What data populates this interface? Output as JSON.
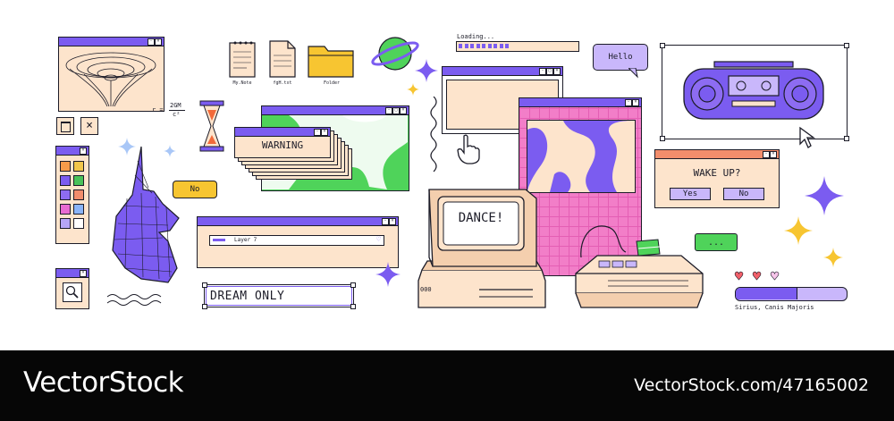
{
  "files": [
    {
      "label": "My.Note"
    },
    {
      "label": "fgH.txt"
    },
    {
      "label": "Folder"
    }
  ],
  "formula": {
    "lhs": "r = ",
    "numerator": "2GM",
    "denominator": "c²"
  },
  "loading": {
    "label": "Loading...",
    "progress": 0.45
  },
  "hello_bubble": {
    "text": "Hello"
  },
  "no_bubble": {
    "text": "No"
  },
  "warning_window": {
    "title": "WARNING"
  },
  "layer_window": {
    "field_value": "Layer 7"
  },
  "dream_field": {
    "value": "DREAM ONLY"
  },
  "monitor": {
    "screen_text": "DANCE!",
    "drive_label": "000"
  },
  "wake_dialog": {
    "message": "WAKE UP?",
    "yes_label": "Yes",
    "no_label": "No"
  },
  "chat_bubble": {
    "text": "..."
  },
  "status_panel": {
    "hearts_full": 2,
    "hearts_total": 3,
    "progress": 0.55,
    "caption": "Sirius, Canis Majoris"
  },
  "palette": {
    "colors": [
      "#f59a4a",
      "#f2c64a",
      "#7b5cf0",
      "#49c25a",
      "#8d6cf2",
      "#f28d6c",
      "#e86bd2",
      "#8ab4f8",
      "#b6a6f6",
      "#ffffff"
    ]
  },
  "watermark": {
    "brand": "VectorStock",
    "url": "VectorStock.com/47165002"
  },
  "colors": {
    "accent": "#7b5cf0",
    "peach": "#fde4cc",
    "pink": "#f27ec8",
    "green": "#4fd35a",
    "yellow": "#f7c531"
  }
}
